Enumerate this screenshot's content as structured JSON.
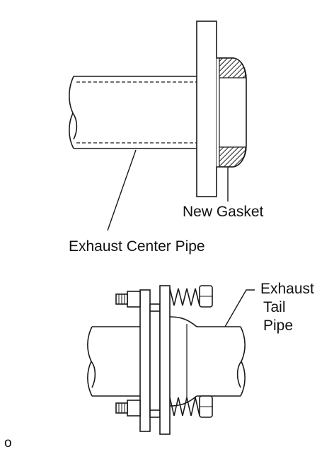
{
  "labels": {
    "new_gasket": "New Gasket",
    "exhaust_center_pipe": "Exhaust Center Pipe",
    "exhaust_tail_pipe_line1": "Exhaust",
    "exhaust_tail_pipe_line2": "Tail",
    "exhaust_tail_pipe_line3": "Pipe",
    "corner_mark": "o"
  },
  "colors": {
    "ink": "#1a1a1a",
    "background": "#ffffff"
  }
}
